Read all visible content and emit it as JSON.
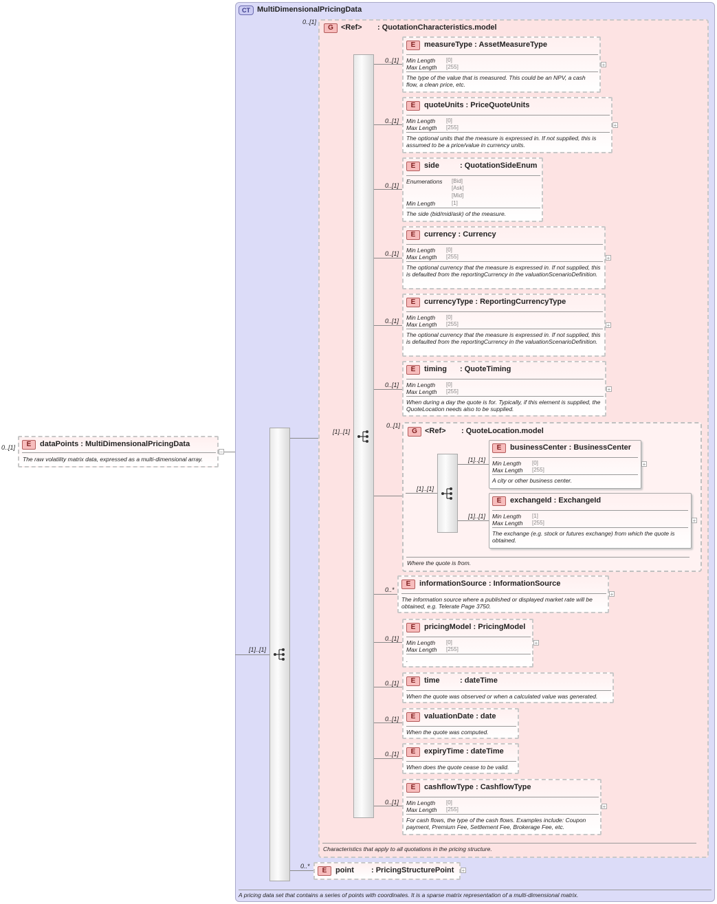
{
  "root": {
    "badge": "E",
    "name": "dataPoints",
    "type": ": MultiDimensionalPricingData",
    "card": "0..[1]",
    "doc": "The raw volatility matrix data, expressed as a multi-dimensional array."
  },
  "complex_type": {
    "badge": "CT",
    "name": "MultiDimensionalPricingData",
    "doc": "A pricing data set that contains a series of points with coordinates. It is a sparse matrix representation of a multi-dimensional matrix."
  },
  "seq_main_card": "[1]..[1]",
  "group1": {
    "badge": "G",
    "ref": "<Ref>",
    "name": ": QuotationCharacteristics.model",
    "card": "0..[1]",
    "seq_card": "[1]..[1]",
    "doc": "Characteristics that apply to all quotations in the pricing structure."
  },
  "facet_labels": {
    "min": "Min Length",
    "max": "Max Length",
    "enum": "Enumerations"
  },
  "elements": [
    {
      "badge": "E",
      "name": "measureType",
      "type": ": AssetMeasureType",
      "card": "0..[1]",
      "min": "[0]",
      "max": "[255]",
      "doc": "The type of the value that is measured. This could be an NPV, a cash flow, a clean price, etc."
    },
    {
      "badge": "E",
      "name": "quoteUnits",
      "type": ": PriceQuoteUnits",
      "card": "0..[1]",
      "min": "[0]",
      "max": "[255]",
      "doc": "The optional units that the measure is expressed in. If not supplied, this is assumed to be a price/value in currency units."
    },
    {
      "badge": "E",
      "name": "side",
      "type": ": QuotationSideEnum",
      "card": "0..[1]",
      "enums": [
        "[Bid]",
        "[Ask]",
        "[Mid]"
      ],
      "min": "[1]",
      "doc": "The side (bid/mid/ask) of the measure."
    },
    {
      "badge": "E",
      "name": "currency",
      "type": ": Currency",
      "card": "0..[1]",
      "min": "[0]",
      "max": "[255]",
      "doc": "The optional currency that the measure is expressed in. If not supplied, this is defaulted from the reportingCurrency in the valuationScenarioDefinition."
    },
    {
      "badge": "E",
      "name": "currencyType",
      "type": ": ReportingCurrencyType",
      "card": "0..[1]",
      "min": "[0]",
      "max": "[255]",
      "doc": "The optional currency that the measure is expressed in. If not supplied, this is defaulted from the reportingCurrency in the valuationScenarioDefinition."
    },
    {
      "badge": "E",
      "name": "timing",
      "type": ": QuoteTiming",
      "card": "0..[1]",
      "min": "[0]",
      "max": "[255]",
      "doc": "When during a day the quote is for. Typically, if this element is supplied, the QuoteLocation needs also to be supplied."
    }
  ],
  "group2": {
    "badge": "G",
    "ref": "<Ref>",
    "name": ": QuoteLocation.model",
    "card": "0..[1]",
    "seq_card": "[1]..[1]",
    "doc": "Where the quote is from.",
    "elements": [
      {
        "badge": "E",
        "name": "businessCenter",
        "type": ": BusinessCenter",
        "card": "[1]..[1]",
        "min": "[0]",
        "max": "[255]",
        "doc": "A city or other business center."
      },
      {
        "badge": "E",
        "name": "exchangeId",
        "type": ": ExchangeId",
        "card": "[1]..[1]",
        "min": "[1]",
        "max": "[255]",
        "doc": "The exchange (e.g. stock or futures exchange) from which the quote is obtained."
      }
    ]
  },
  "elements_after": [
    {
      "badge": "E",
      "name": "informationSource",
      "type": ": InformationSource",
      "card": "0..*",
      "doc": "The information source where a published or displayed market rate will be obtained, e.g. Telerate Page 3750."
    },
    {
      "badge": "E",
      "name": "pricingModel",
      "type": ": PricingModel",
      "card": "0..[1]",
      "min": "[0]",
      "max": "[255]",
      "doc": "."
    },
    {
      "badge": "E",
      "name": "time",
      "type": ": dateTime",
      "card": "0..[1]",
      "doc": "When the quote was observed or when a calculated value was generated."
    },
    {
      "badge": "E",
      "name": "valuationDate",
      "type": ": date",
      "card": "0..[1]",
      "doc": "When the quote was computed."
    },
    {
      "badge": "E",
      "name": "expiryTime",
      "type": ": dateTime",
      "card": "0..[1]",
      "doc": "When does the quote cease to be valid."
    },
    {
      "badge": "E",
      "name": "cashflowType",
      "type": ": CashflowType",
      "card": "0..[1]",
      "min": "[0]",
      "max": "[255]",
      "doc": "For cash flows, the type of the cash flows. Examples include: Coupon payment, Premium Fee, Settlement Fee, Brokerage Fee, etc."
    }
  ],
  "point": {
    "badge": "E",
    "name": "point",
    "type": ": PricingStructurePoint",
    "card": "0..*"
  },
  "icons": {
    "expand": "plus-icon",
    "sequence": "sequence-icon"
  }
}
